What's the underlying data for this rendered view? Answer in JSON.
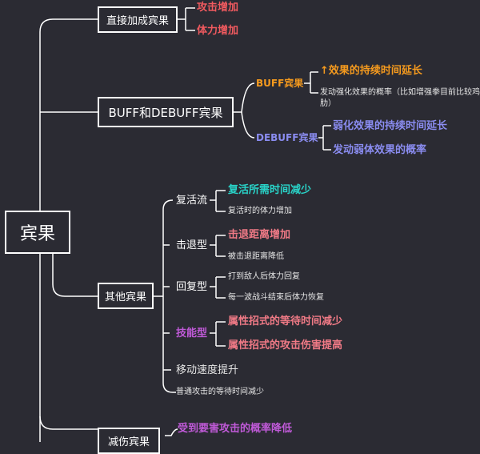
{
  "diagram": {
    "root": "宾果",
    "branches": {
      "direct": {
        "label": "直接加成宾果",
        "leaves": [
          "攻击增加",
          "体力增加"
        ]
      },
      "buff_debuff": {
        "label": "BUFF和DEBUFF宾果",
        "buff": {
          "label": "BUFF宾果",
          "leaves": [
            "↑效果的持续时间延长",
            "发动强化效果的概率（比如增强拳目前比较鸡",
            "肋）"
          ]
        },
        "debuff": {
          "label": "DEBUFF宾果",
          "leaves": [
            "弱化效果的持续时间延长",
            "发动弱体效果的概率"
          ]
        }
      },
      "other": {
        "label": "其他宾果",
        "revive": {
          "label": "复活流",
          "leaves": [
            "复活所需时间减少",
            "复活时的体力增加"
          ]
        },
        "knockback": {
          "label": "击退型",
          "leaves": [
            "击退距离增加",
            "被击退距离降低"
          ]
        },
        "recovery": {
          "label": "回复型",
          "leaves": [
            "打到敌人后体力回复",
            "每一波战斗结束后体力恢复"
          ]
        },
        "skill": {
          "label": "技能型",
          "leaves": [
            "属性招式的等待时间减少",
            "属性招式的攻击伤害提高"
          ]
        },
        "move_speed": "移动速度提升",
        "normal_attack": "普通攻击的等待时间减少"
      },
      "damage_reduction": {
        "label": "减伤宾果",
        "leaves": [
          "受到要害攻击的概率降低"
        ]
      }
    }
  }
}
